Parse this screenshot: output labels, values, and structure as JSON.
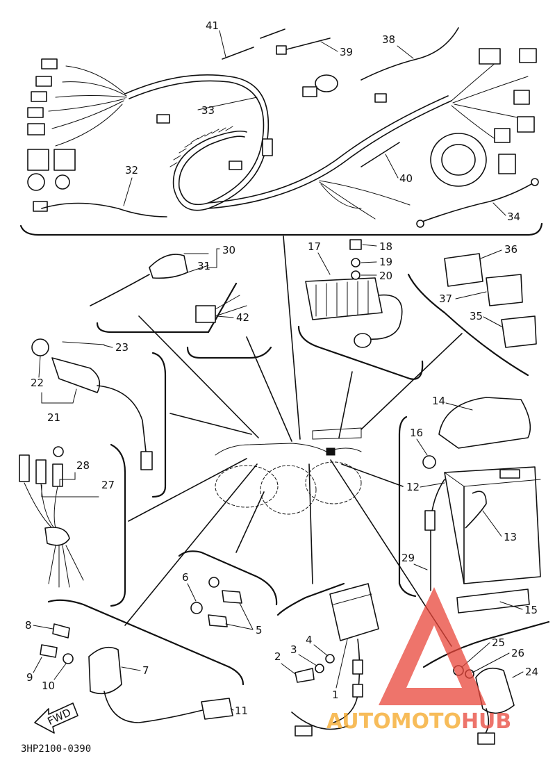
{
  "diagram_code": "3HP2100-0390",
  "fwd_label": "FWD",
  "watermark": {
    "part1": "AUTO",
    "part2": "MOTO",
    "part3": "HUB",
    "color_orange": "#f5a623",
    "color_red": "#e8463a"
  },
  "callouts": {
    "c1": "1",
    "c2": "2",
    "c3": "3",
    "c4": "4",
    "c5": "5",
    "c6": "6",
    "c7": "7",
    "c8": "8",
    "c9": "9",
    "c10": "10",
    "c11": "11",
    "c12": "12",
    "c13": "13",
    "c14": "14",
    "c15": "15",
    "c16": "16",
    "c17": "17",
    "c18": "18",
    "c19": "19",
    "c20": "20",
    "c21": "21",
    "c22": "22",
    "c23": "23",
    "c24": "24",
    "c25": "25",
    "c26": "26",
    "c27": "27",
    "c28": "28",
    "c29": "29",
    "c30": "30",
    "c31": "31",
    "c32": "32",
    "c33": "33",
    "c34": "34",
    "c35": "35",
    "c36": "36",
    "c37": "37",
    "c38": "38",
    "c39": "39",
    "c40": "40",
    "c41": "41",
    "c42": "42"
  }
}
